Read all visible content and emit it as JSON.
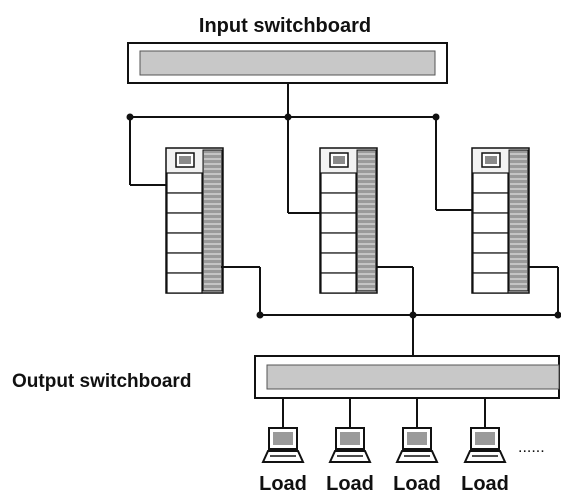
{
  "input_switchboard": {
    "label": "Input switchboard"
  },
  "output_switchboard": {
    "label": "Output switchboard"
  },
  "units": [
    {
      "name": "ups-unit-1"
    },
    {
      "name": "ups-unit-2"
    },
    {
      "name": "ups-unit-3"
    }
  ],
  "loads": [
    {
      "label": "Load"
    },
    {
      "label": "Load"
    },
    {
      "label": "Load"
    },
    {
      "label": "Load"
    }
  ],
  "continuation": "......",
  "colors": {
    "line": "#111111",
    "panel_fill": "#c8c8c8",
    "unit_fill": "#f2f2f2",
    "grille_fill": "#9a9a9a"
  }
}
